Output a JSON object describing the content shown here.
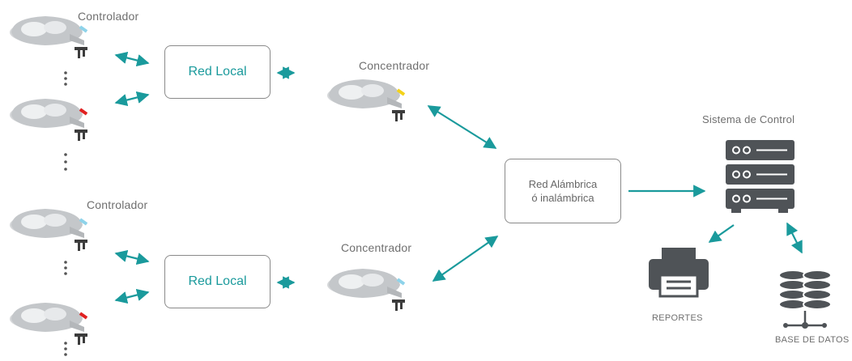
{
  "labels": {
    "controlador_top": "Controlador",
    "controlador_bottom": "Controlador",
    "concentrador_top": "Concentrador",
    "concentrador_bottom": "Concentrador",
    "sistema": "Sistema de Control",
    "reportes": "REPORTES",
    "base_datos": "BASE DE DATOS"
  },
  "boxes": {
    "red_local_top": "Red Local",
    "red_local_bottom": "Red Local",
    "red_alambrica_line1": "Red Alámbrica",
    "red_alambrica_line2": "ó inalámbrica"
  },
  "icons": {
    "lamp": "street-light-icon",
    "server": "server-icon",
    "printer": "printer-icon",
    "database": "database-icon"
  },
  "colors": {
    "teal": "#1a9a9c",
    "icon_grey": "#4f5357",
    "lamp_body": "#cfd1d3",
    "indicator_blue": "#8ed3ea",
    "indicator_red": "#e02020",
    "indicator_yellow": "#f3d21a"
  }
}
